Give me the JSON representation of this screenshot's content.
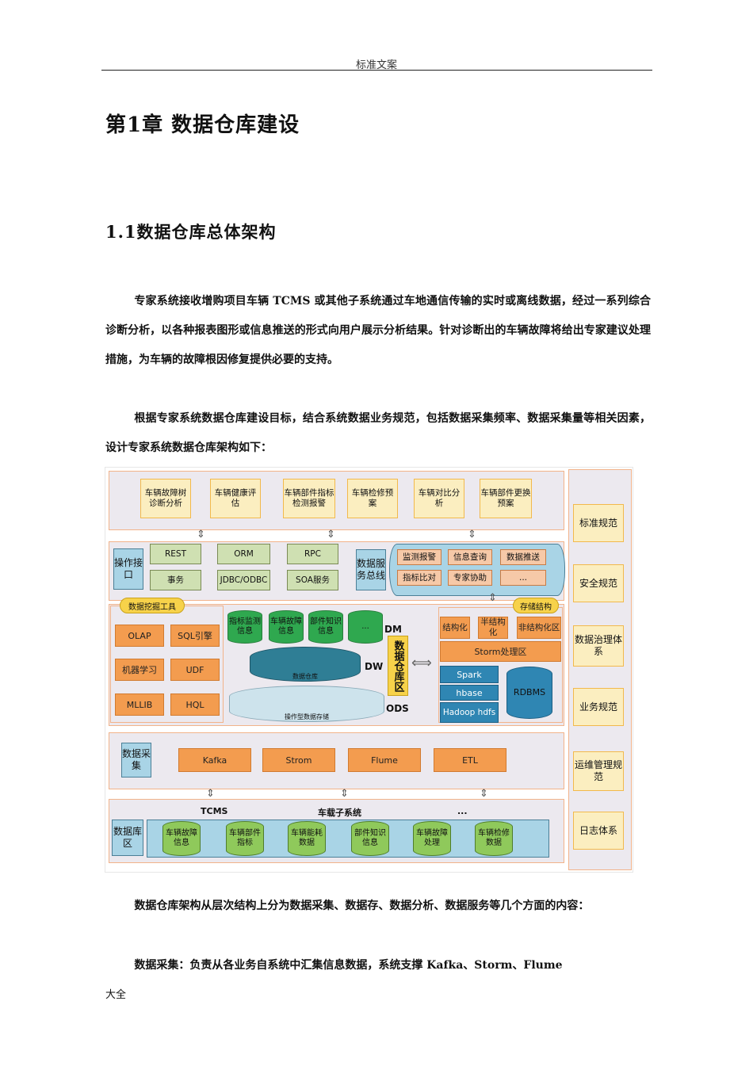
{
  "header": {
    "text": "标准文案"
  },
  "chapter_title": "第1章 数据仓库建设",
  "section_title": "1.1数据仓库总体架构",
  "paragraphs": [
    "专家系统接收增购项目车辆 TCMS 或其他子系统通过车地通信传输的实时或离线数据，经过一系列综合诊断分析，以各种报表图形或信息推送的形式向用户展示分析结果。针对诊断出的车辆故障将给出专家建议处理措施，为车辆的故障根因修复提供必要的支持。",
    "根据专家系统数据仓库建设目标，结合系统数据业务规范，包括数据采集频率、数据采集量等相关因素，设计专家系统数据仓库架构如下：",
    "数据仓库架构从层次结构上分为数据采集、数据存、数据分析、数据服务等几个方面的内容：",
    "数据采集：负责从各业务自系统中汇集信息数据，系统支撑 Kafka、Storm、Flume"
  ],
  "footer": {
    "text": "大全"
  },
  "diagram": {
    "apps": [
      "车辆故障树诊断分析",
      "车辆健康评估",
      "车辆部件指标检测报警",
      "车辆检修预案",
      "车辆对比分析",
      "车辆部件更换预案"
    ],
    "op_interface": "操作接口",
    "op_items": [
      "REST",
      "ORM",
      "RPC",
      "事务",
      "JDBC/ODBC",
      "SOA服务"
    ],
    "bus_label": "数据服务总线",
    "bus_items": [
      "监测报警",
      "信息查询",
      "数据推送",
      "指标比对",
      "专家协助",
      "..."
    ],
    "mining_label": "数据挖掘工具",
    "mining_items": [
      "OLAP",
      "SQL引擎",
      "机器学习",
      "UDF",
      "MLLIB",
      "HQL"
    ],
    "dm_items": [
      "指标监测信息",
      "车辆故障信息",
      "部件知识信息",
      "..."
    ],
    "dm_label": "DM",
    "dw_label": "DW",
    "dw_text": "数据仓库",
    "ods_label": "ODS",
    "ods_text": "操作型数据存储",
    "warehouse_label": "数据仓库区",
    "storage_label": "存储结构",
    "storage_types": [
      "结构化",
      "半结构化",
      "非结构化区"
    ],
    "storm": "Storm处理区",
    "stack": [
      "Spark",
      "hbase",
      "Hadoop hdfs"
    ],
    "rdbms": "RDBMS",
    "collect_label": "数据采集",
    "collect_items": [
      "Kafka",
      "Strom",
      "Flume",
      "ETL"
    ],
    "sources": [
      "TCMS",
      "车载子系统",
      "..."
    ],
    "db_label": "数据库区",
    "db_items": [
      "车辆故障信息",
      "车辆部件指标",
      "车辆能耗数据",
      "部件知识信息",
      "车辆故障处理",
      "车辆检修数据"
    ],
    "side": [
      "标准规范",
      "安全规范",
      "数据治理体系",
      "业务规范",
      "运维管理规范",
      "日志体系"
    ]
  }
}
